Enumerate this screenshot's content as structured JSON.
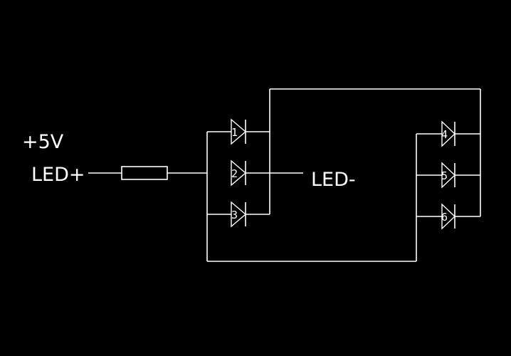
{
  "labels": {
    "supply": "+5V",
    "led_plus": "LED+",
    "led_minus": "LED-"
  },
  "leds": [
    "1",
    "2",
    "3",
    "4",
    "5",
    "6"
  ],
  "colors": {
    "background": "#000000",
    "lines": "#ffffff"
  }
}
